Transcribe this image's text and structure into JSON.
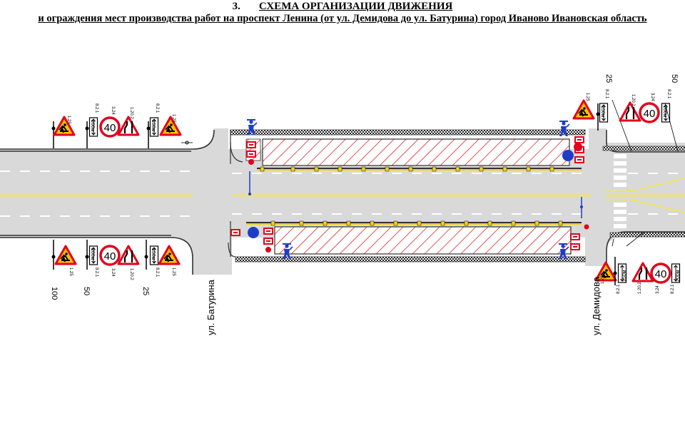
{
  "header": {
    "number": "3.",
    "title": "СХЕМА ОРГАНИЗАЦИИ ДВИЖЕНИЯ",
    "subtitle": "и ограждения мест производства  работ на проспект Ленина (от ул. Демидова до ул. Батурина) город Иваново Ивановская область"
  },
  "streets": {
    "left": "ул. Батурина",
    "right": "ул. Демидова"
  },
  "distances": {
    "d100": "100",
    "d50": "50",
    "d25": "25"
  },
  "signs": {
    "works": "1.25",
    "narrowing": "1.20.2",
    "speed_limit": "3.24",
    "speed_value": "40",
    "plate_code": "8.2.1",
    "plate_200": "200м",
    "plate_150": "150м"
  },
  "colors": {
    "road": "#d9d9d9",
    "marking_center": "#f5ea3a",
    "marking_lane": "#ffffff",
    "curb": "#333333",
    "work_zone_hatch": "#d9262c",
    "barrier": "#f1d21d",
    "sign_red": "#e3001b",
    "sign_yellow": "#ffc400",
    "worker": "#1f3cc9"
  }
}
